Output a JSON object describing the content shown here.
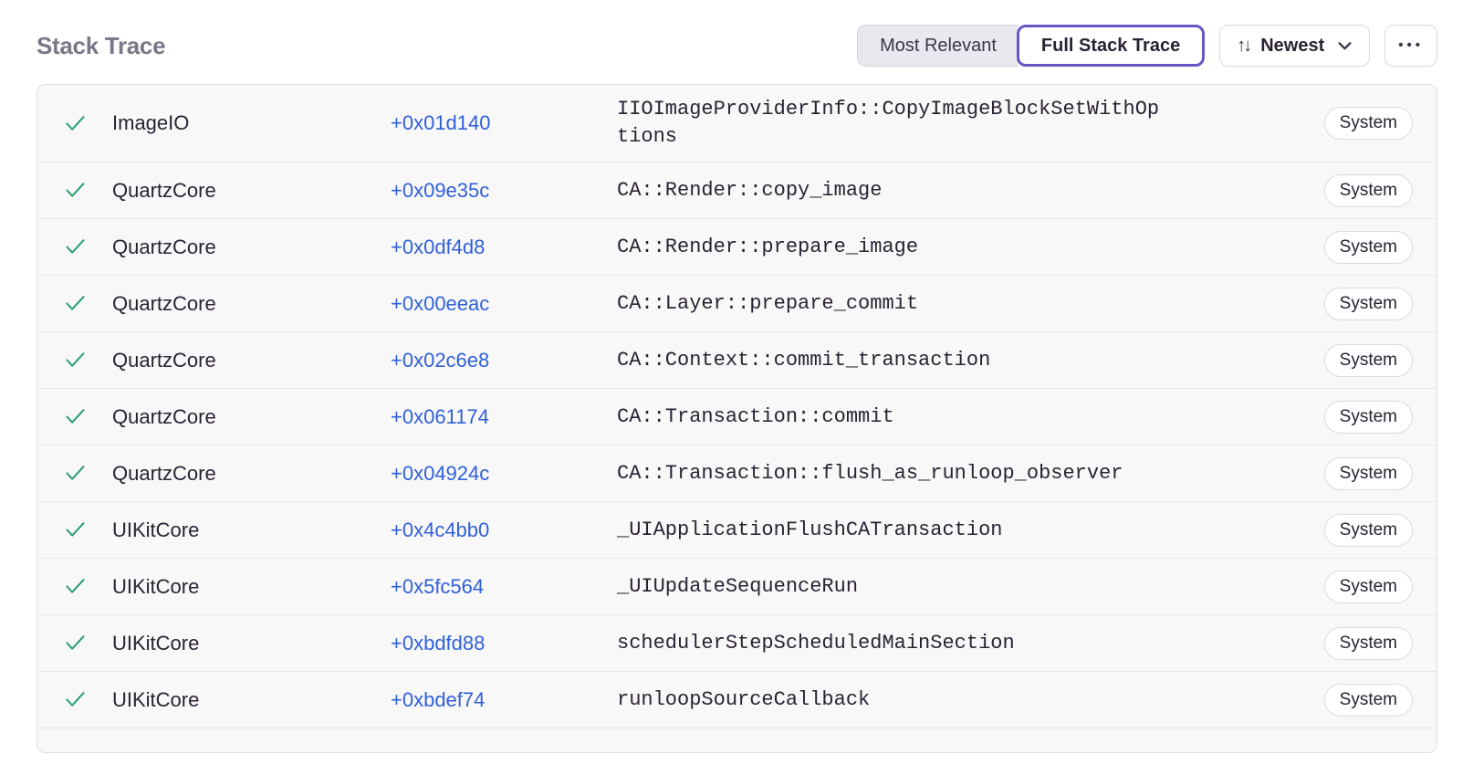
{
  "header": {
    "title": "Stack Trace"
  },
  "toolbar": {
    "most_relevant_label": "Most Relevant",
    "full_stack_trace_label": "Full Stack Trace",
    "selected_view": "Full Stack Trace",
    "sort_label": "Newest",
    "sort_icon_glyph": "↑↓",
    "more_icon_glyph": "•••"
  },
  "table": {
    "frames": [
      {
        "status": "in-app-check",
        "module": "ImageIO",
        "address": "+0x01d140",
        "function": "IIOImageProviderInfo::CopyImageBlockSetWithOptions",
        "badge": "System"
      },
      {
        "status": "in-app-check",
        "module": "QuartzCore",
        "address": "+0x09e35c",
        "function": "CA::Render::copy_image",
        "badge": "System"
      },
      {
        "status": "in-app-check",
        "module": "QuartzCore",
        "address": "+0x0df4d8",
        "function": "CA::Render::prepare_image",
        "badge": "System"
      },
      {
        "status": "in-app-check",
        "module": "QuartzCore",
        "address": "+0x00eeac",
        "function": "CA::Layer::prepare_commit",
        "badge": "System"
      },
      {
        "status": "in-app-check",
        "module": "QuartzCore",
        "address": "+0x02c6e8",
        "function": "CA::Context::commit_transaction",
        "badge": "System"
      },
      {
        "status": "in-app-check",
        "module": "QuartzCore",
        "address": "+0x061174",
        "function": "CA::Transaction::commit",
        "badge": "System"
      },
      {
        "status": "in-app-check",
        "module": "QuartzCore",
        "address": "+0x04924c",
        "function": "CA::Transaction::flush_as_runloop_observer",
        "badge": "System"
      },
      {
        "status": "in-app-check",
        "module": "UIKitCore",
        "address": "+0x4c4bb0",
        "function": "_UIApplicationFlushCATransaction",
        "badge": "System"
      },
      {
        "status": "in-app-check",
        "module": "UIKitCore",
        "address": "+0x5fc564",
        "function": "_UIUpdateSequenceRun",
        "badge": "System"
      },
      {
        "status": "in-app-check",
        "module": "UIKitCore",
        "address": "+0xbdfd88",
        "function": "schedulerStepScheduledMainSection",
        "badge": "System"
      },
      {
        "status": "in-app-check",
        "module": "UIKitCore",
        "address": "+0xbdef74",
        "function": "runloopSourceCallback",
        "badge": "System"
      }
    ]
  },
  "colors": {
    "accent_purple": "#6458c5",
    "link_blue": "#3060d8",
    "check_green": "#2aa06d",
    "title_gray": "#7d7588",
    "text_dark": "#2b2233",
    "row_bg": "#f8f8f9",
    "divider": "#e7e5ec",
    "border": "#e0dce6",
    "segment_bg": "#eae8ef"
  }
}
